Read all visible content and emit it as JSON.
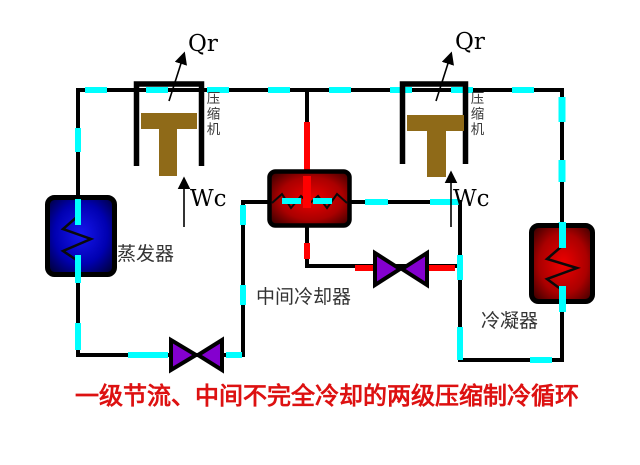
{
  "slide": {
    "title": "一级节流、中间不完全冷却的两级压缩制冷循环"
  },
  "components": {
    "compressor1": {
      "label": "压缩机",
      "heat_out": "Qr",
      "work_in": "Wc"
    },
    "compressor2": {
      "label": "压缩机",
      "heat_out": "Qr",
      "work_in": "Wc"
    },
    "evaporator": {
      "label": "蒸发器"
    },
    "intercooler": {
      "label": "中间冷却器"
    },
    "condenser": {
      "label": "冷凝器"
    }
  },
  "colors": {
    "pipe": "#000000",
    "vapor_dash": "#00ffff",
    "hot_dash": "#ff0000",
    "valve_fill": "#8400cf",
    "piston": "#8f6a18",
    "title_text": "#dd1111",
    "label_text": "#333333",
    "evap_center": "#1616ee",
    "evap_mid": "#0000b0",
    "evap_edge": "#000022",
    "hot_center": "#ee0000",
    "hot_mid": "#aa0000",
    "hot_edge": "#220000"
  }
}
